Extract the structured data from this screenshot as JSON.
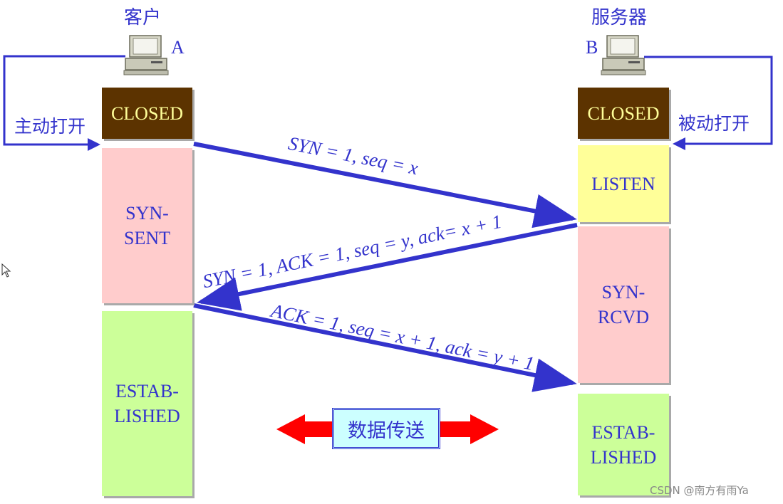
{
  "client": {
    "title": "客户",
    "letter": "A",
    "open_label": "主动打开"
  },
  "server": {
    "title": "服务器",
    "letter": "B",
    "open_label": "被动打开"
  },
  "client_states": [
    {
      "label": "CLOSED",
      "kind": "closed"
    },
    {
      "label": "SYN-\nSENT",
      "kind": "pink"
    },
    {
      "label": "ESTAB-\nLISHED",
      "kind": "green"
    }
  ],
  "server_states": [
    {
      "label": "CLOSED",
      "kind": "closed"
    },
    {
      "label": "LISTEN",
      "kind": "yellow"
    },
    {
      "label": "SYN-\nRCVD",
      "kind": "pink"
    },
    {
      "label": "ESTAB-\nLISHED",
      "kind": "green"
    }
  ],
  "messages": [
    "SYN = 1, seq = x",
    "SYN = 1, ACK = 1, seq = y, ack= x + 1",
    "ACK = 1, seq = x + 1, ack = y + 1"
  ],
  "data_transfer_label": "数据传送",
  "watermark": "CSDN @南方有雨Ya",
  "colors": {
    "accent": "#3333cc",
    "closed_bg": "#5c3300",
    "closed_text": "#ffff99",
    "pink": "#ffcccc",
    "yellow": "#ffff99",
    "green": "#ccff99",
    "data_arrow": "#ff0000",
    "data_label_bg": "#ccffff"
  }
}
